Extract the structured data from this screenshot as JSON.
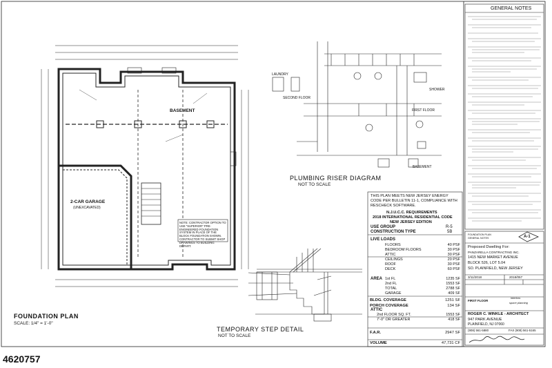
{
  "listing_id": "4620757",
  "foundation_plan": {
    "title": "FOUNDATION PLAN",
    "scale": "SCALE: 1/4\" = 1'-0\"",
    "basement_label": "BASEMENT",
    "garage_label": "2-CAR GARAGE",
    "garage_sub": "(UNEXCAVATED)"
  },
  "plumbing": {
    "title": "PLUMBING RISER DIAGRAM",
    "scale": "NOT TO SCALE",
    "labels": {
      "second_floor": "SECOND FLOOR",
      "first_floor": "FIRST FLOOR",
      "basement": "BASEMENT",
      "laundry": "LAUNDRY",
      "shower": "SHOWER"
    }
  },
  "step_detail": {
    "title": "TEMPORARY STEP DETAIL",
    "scale": "NOT TO SCALE"
  },
  "contractor_note": "NOTE: CONTRACTOR OPTION TO USE \"SUPERIOR\" PRE-ENGINEERED FOUNDATION SYSTEM IN PLACE OF THE BLOCK FOUNDATION SHOWN. CONTRACTOR TO SUBMIT SHOP DRAWINGS TO BUILDING DEPART.",
  "energy_note": "THIS PLAN MEETS NEW JERSEY ENERGY CODE PER BULLETIN 11-1, COMPLIANCE WITH RESCHECK SOFTWARE.",
  "ucc": {
    "title1": "N.J.U.C.C. REQUIREMENTS",
    "title2": "2018 INTERNATIONAL RESIDENTIAL CODE",
    "title3": "NEW JERSEY EDITION"
  },
  "data_table": {
    "use_group_label": "USE GROUP",
    "use_group_value": "R-5",
    "construction_label": "CONSTRUCTION TYPE",
    "construction_value": "5B",
    "live_loads_label": "LIVE LOADS",
    "loads": [
      {
        "name": "FLOORS",
        "value": "40 PSF"
      },
      {
        "name": "BEDROOM FLOORS",
        "value": "30 PSF"
      },
      {
        "name": "ATTIC",
        "value": "30 PSF"
      },
      {
        "name": "CEILINGS",
        "value": "20 PSF"
      },
      {
        "name": "ROOF",
        "value": "30 PSF"
      },
      {
        "name": "DECK",
        "value": "60 PSF"
      }
    ],
    "area_label": "AREA",
    "areas": [
      {
        "name": "1st FL",
        "value": "1235 SF"
      },
      {
        "name": "2nd FL",
        "value": "1553 SF"
      },
      {
        "name": "TOTAL",
        "value": "2788 SF"
      },
      {
        "name": "GARAGE",
        "value": "409 SF"
      }
    ],
    "bldg_coverage_label": "BLDG. COVERAGE",
    "bldg_coverage_value": "1251 SF",
    "porch_coverage_label": "PORCH COVERAGE",
    "porch_coverage_value": "134 SF",
    "attic_label": "ATTIC",
    "attic_line1": "2nd FLOOR SQ. FT.",
    "attic_line1_value": "1553 SF",
    "attic_line2": "7'-0\" OR GREATER",
    "attic_line2_value": "418 SF",
    "far_label": "F.A.R.",
    "far_value": "2947 SF",
    "volume_label": "VOLUME",
    "volume_value": "47,731 CF"
  },
  "general_notes": {
    "title": "GENERAL NOTES"
  },
  "title_block": {
    "sheet": "A-1",
    "sheet_sub1": "FOUNDATION PLAN",
    "sheet_sub2": "GENERAL NOTES",
    "proposed": "Proposed Dwelling For:",
    "client": "PANZARELLA CONTRACTING INC.",
    "address1": "1415 NEW MARKET AVENUE",
    "block_lot": "BLOCK 526, LOT 5.04",
    "city": "SO. PLAINFIELD, NEW JERSEY",
    "date": "3/11/2018",
    "job": "2018/057",
    "firm_label": "FIRST FLOOR",
    "firm_tag1": "interiors",
    "firm_tag2": "space planning",
    "architect": "ROGER C. WINKLE - ARCHITECT",
    "arch_addr1": "947 PARK AVENUE",
    "arch_addr2": "PLAINFIELD, NJ 07060",
    "phone": "(908) 561-5880",
    "fax": "FAX (908) 561-5165"
  }
}
